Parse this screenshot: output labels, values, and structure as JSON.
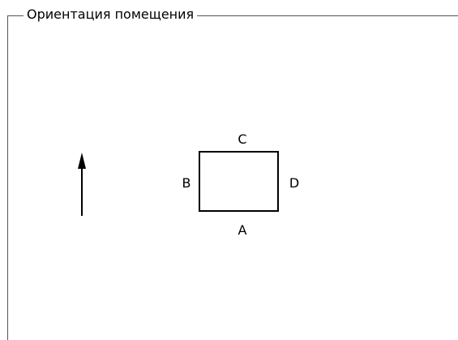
{
  "orientation_group": {
    "title": "Ориентация помещения",
    "sides": {
      "top": "C",
      "left": "B",
      "right": "D",
      "bottom": "A"
    },
    "north_arrow": {
      "icon": "arrow-up-icon"
    },
    "colors": {
      "stroke": "#000000",
      "frame": "#555555",
      "background": "#ffffff"
    }
  }
}
